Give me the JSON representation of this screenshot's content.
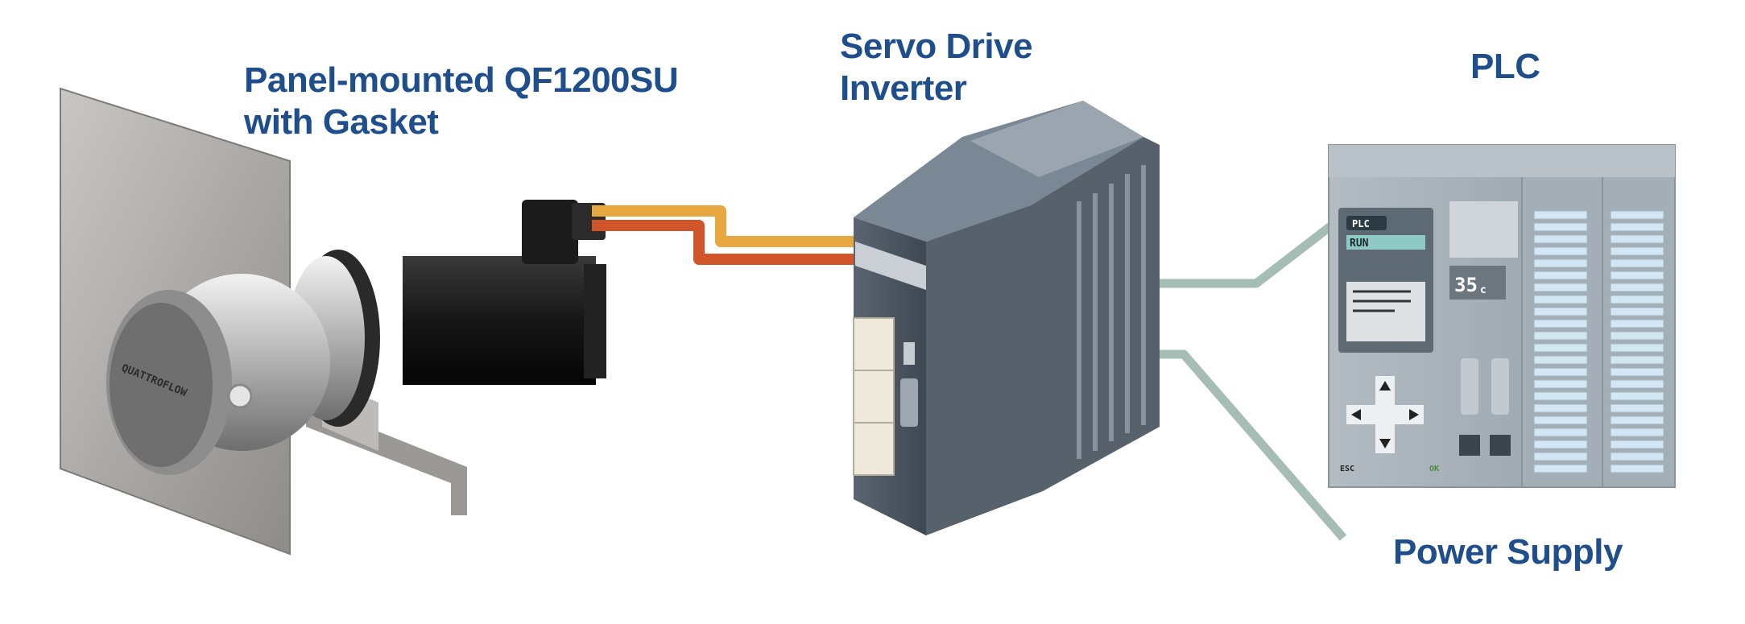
{
  "labels": {
    "pump_line1": "Panel-mounted QF1200SU",
    "pump_line2": "with Gasket",
    "drive_line1": "Servo Drive",
    "drive_line2": "Inverter",
    "plc": "PLC",
    "power_supply": "Power Supply"
  },
  "pump_device": {
    "brand_text": "QUATTROFLOW"
  },
  "plc_device": {
    "badge": "PLC",
    "status": "RUN",
    "temperature": "35",
    "temperature_unit": "c",
    "esc_key": "ESC",
    "ok_key": "OK"
  },
  "colors": {
    "label_text": "#1f4e8c",
    "cable_orange": "#e8a841",
    "cable_red": "#d0562a",
    "connector_line": "#a6bdb6",
    "drive_body": "#4f5a66",
    "plc_body": "#a9b3bb",
    "plc_screen": "#5e6a73",
    "plc_status": "#8fc9c4"
  }
}
